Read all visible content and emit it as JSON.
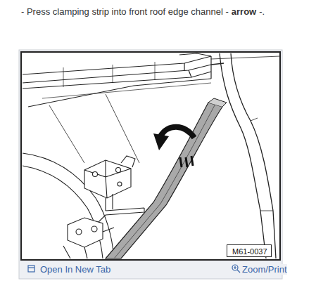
{
  "diagram": {
    "nodes": [
      {
        "text": [
          "M61-0037"
        ]
      }
    ],
    "labels": [
      "-  Press clamping strip into front roof edge channel -",
      "arrow",
      "-.",
      "Open In New Tab",
      "Zoom/Print"
    ]
  }
}
